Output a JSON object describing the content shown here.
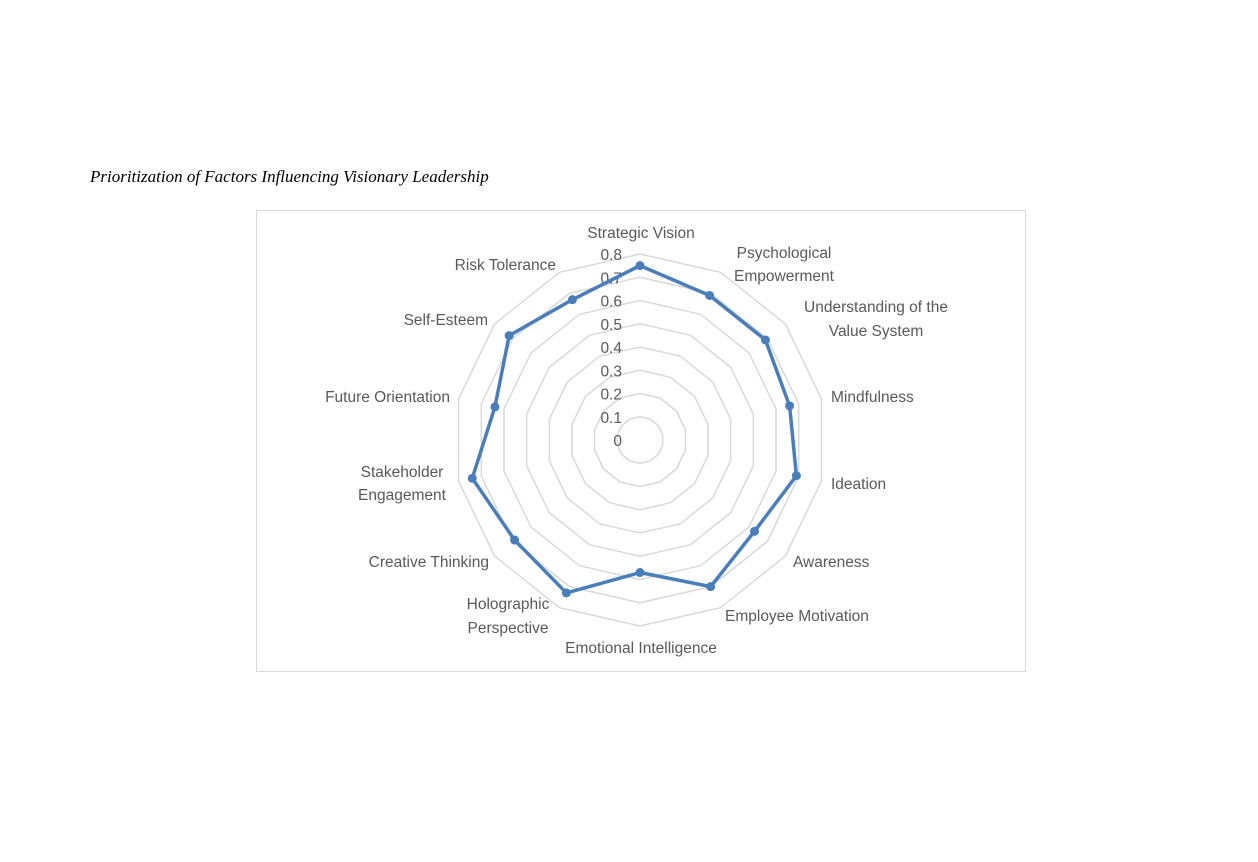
{
  "chart_data": {
    "type": "radar",
    "title": "Prioritization of Factors Influencing Visionary Leadership",
    "categories": [
      "Strategic Vision",
      "Psychological Empowerment",
      "Understanding of the Value System",
      "Mindfulness",
      "Ideation",
      "Awareness",
      "Employee Motivation",
      "Emotional Intelligence",
      "Holographic Perspective",
      "Creative Thinking",
      "Stakeholder Engagement",
      "Future Orientation",
      "Self-Esteem",
      "Risk Tolerance"
    ],
    "values": [
      0.75,
      0.69,
      0.69,
      0.66,
      0.69,
      0.63,
      0.7,
      0.57,
      0.73,
      0.69,
      0.74,
      0.64,
      0.72,
      0.67
    ],
    "rlim": [
      0,
      0.8
    ],
    "ticks": [
      "0",
      "0.1",
      "0.2",
      "0.3",
      "0.4",
      "0.5",
      "0.6",
      "0.7",
      "0.8"
    ],
    "grid": true,
    "legend": "none",
    "series_color": "#4a7ebb",
    "grid_color": "#d9d9d9"
  }
}
